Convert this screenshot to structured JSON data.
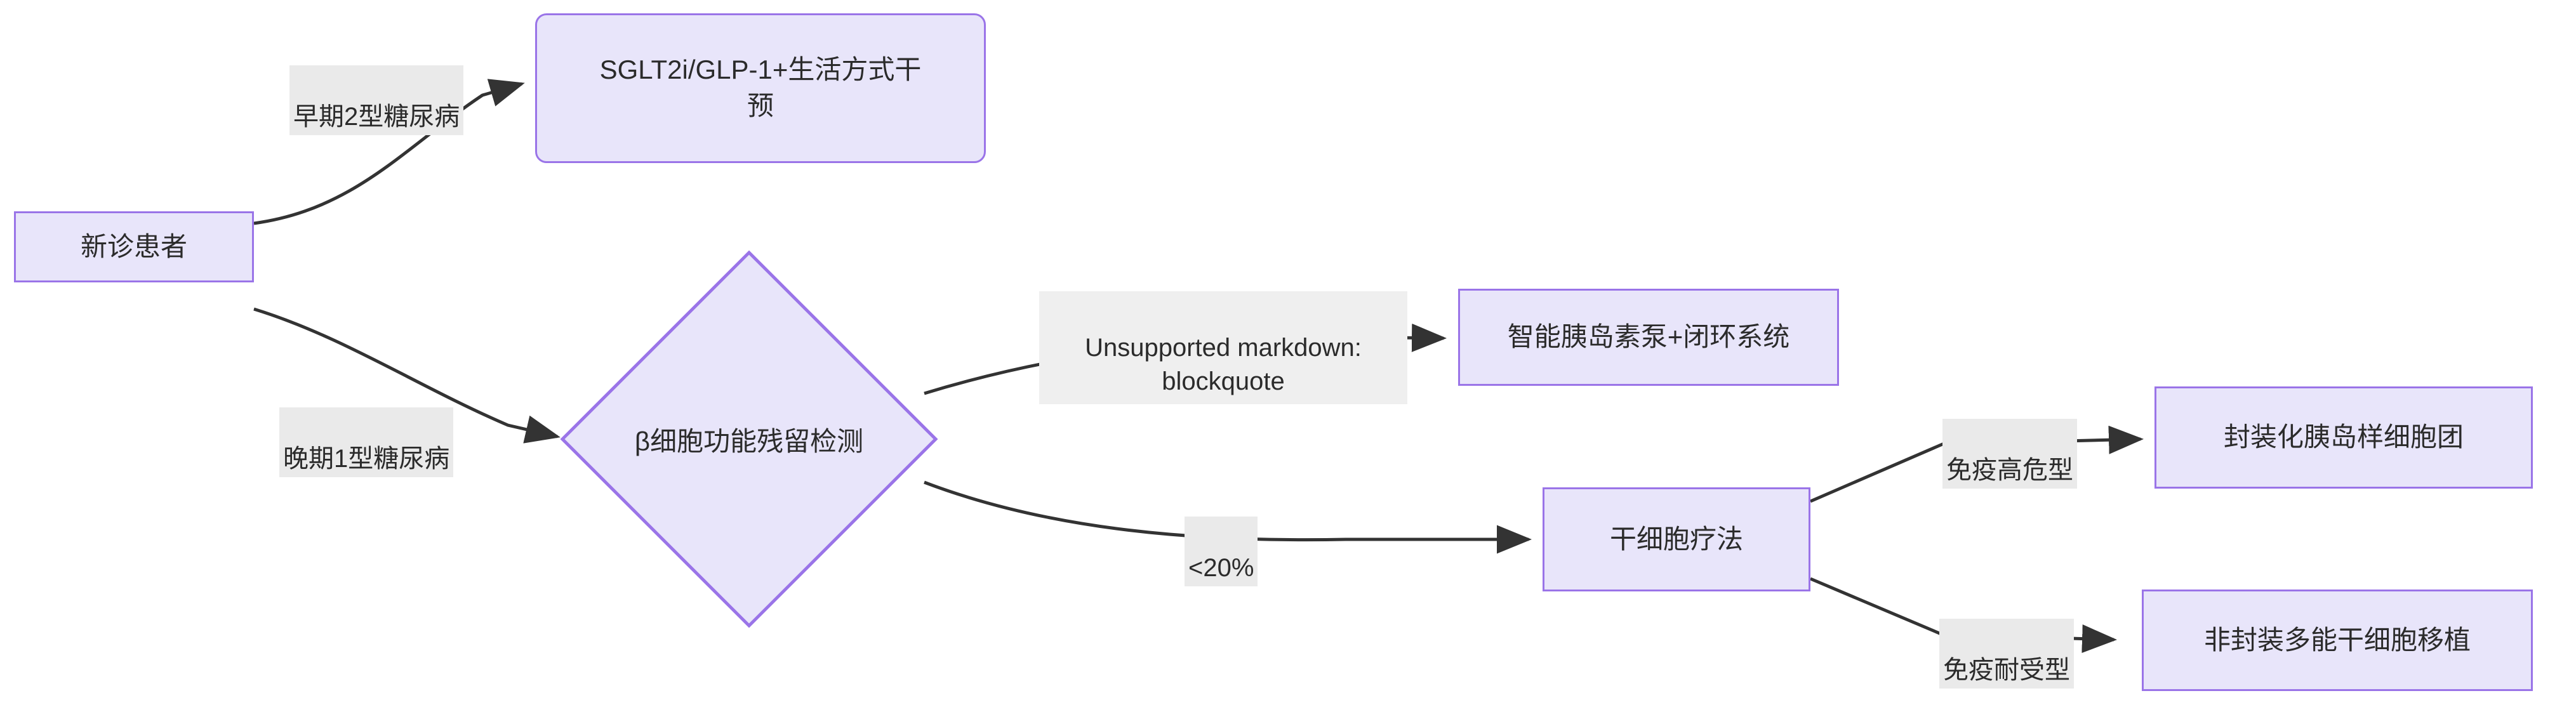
{
  "diagram": {
    "type": "flowchart",
    "direction": "left-to-right",
    "title": "",
    "background_color": "#ffffff",
    "node_fill_color": "#e8e5fa",
    "node_border_color": "#9a74e8",
    "edge_color": "#333333",
    "edge_label_background": "#eaeaea",
    "text_color": "#2b2b2b"
  },
  "nodes": {
    "new_patient": {
      "label": "新诊患者",
      "shape": "rectangle"
    },
    "sglt2i": {
      "label": "SGLT2i/GLP-1+生活方式干\n预",
      "shape": "rounded-rectangle"
    },
    "beta_cell_test": {
      "label": "β细胞功能残留检测",
      "shape": "diamond"
    },
    "insulin_pump": {
      "label": "智能胰岛素泵+闭环系统",
      "shape": "rectangle"
    },
    "stem_cell_therapy": {
      "label": "干细胞疗法",
      "shape": "rectangle"
    },
    "encapsulated_islet": {
      "label": "封装化胰岛样细胞团",
      "shape": "rectangle"
    },
    "non_encapsulated": {
      "label": "非封装多能干细胞移植",
      "shape": "rectangle"
    }
  },
  "edges": [
    {
      "from": "new_patient",
      "to": "sglt2i",
      "label": "早期2型糖尿病"
    },
    {
      "from": "new_patient",
      "to": "beta_cell_test",
      "label": "晚期1型糖尿病"
    },
    {
      "from": "beta_cell_test",
      "to": "insulin_pump",
      "label": "Unsupported markdown:\nblockquote"
    },
    {
      "from": "beta_cell_test",
      "to": "stem_cell_therapy",
      "label": "<20%"
    },
    {
      "from": "stem_cell_therapy",
      "to": "encapsulated_islet",
      "label": "免疫高危型"
    },
    {
      "from": "stem_cell_therapy",
      "to": "non_encapsulated",
      "label": "免疫耐受型"
    }
  ]
}
